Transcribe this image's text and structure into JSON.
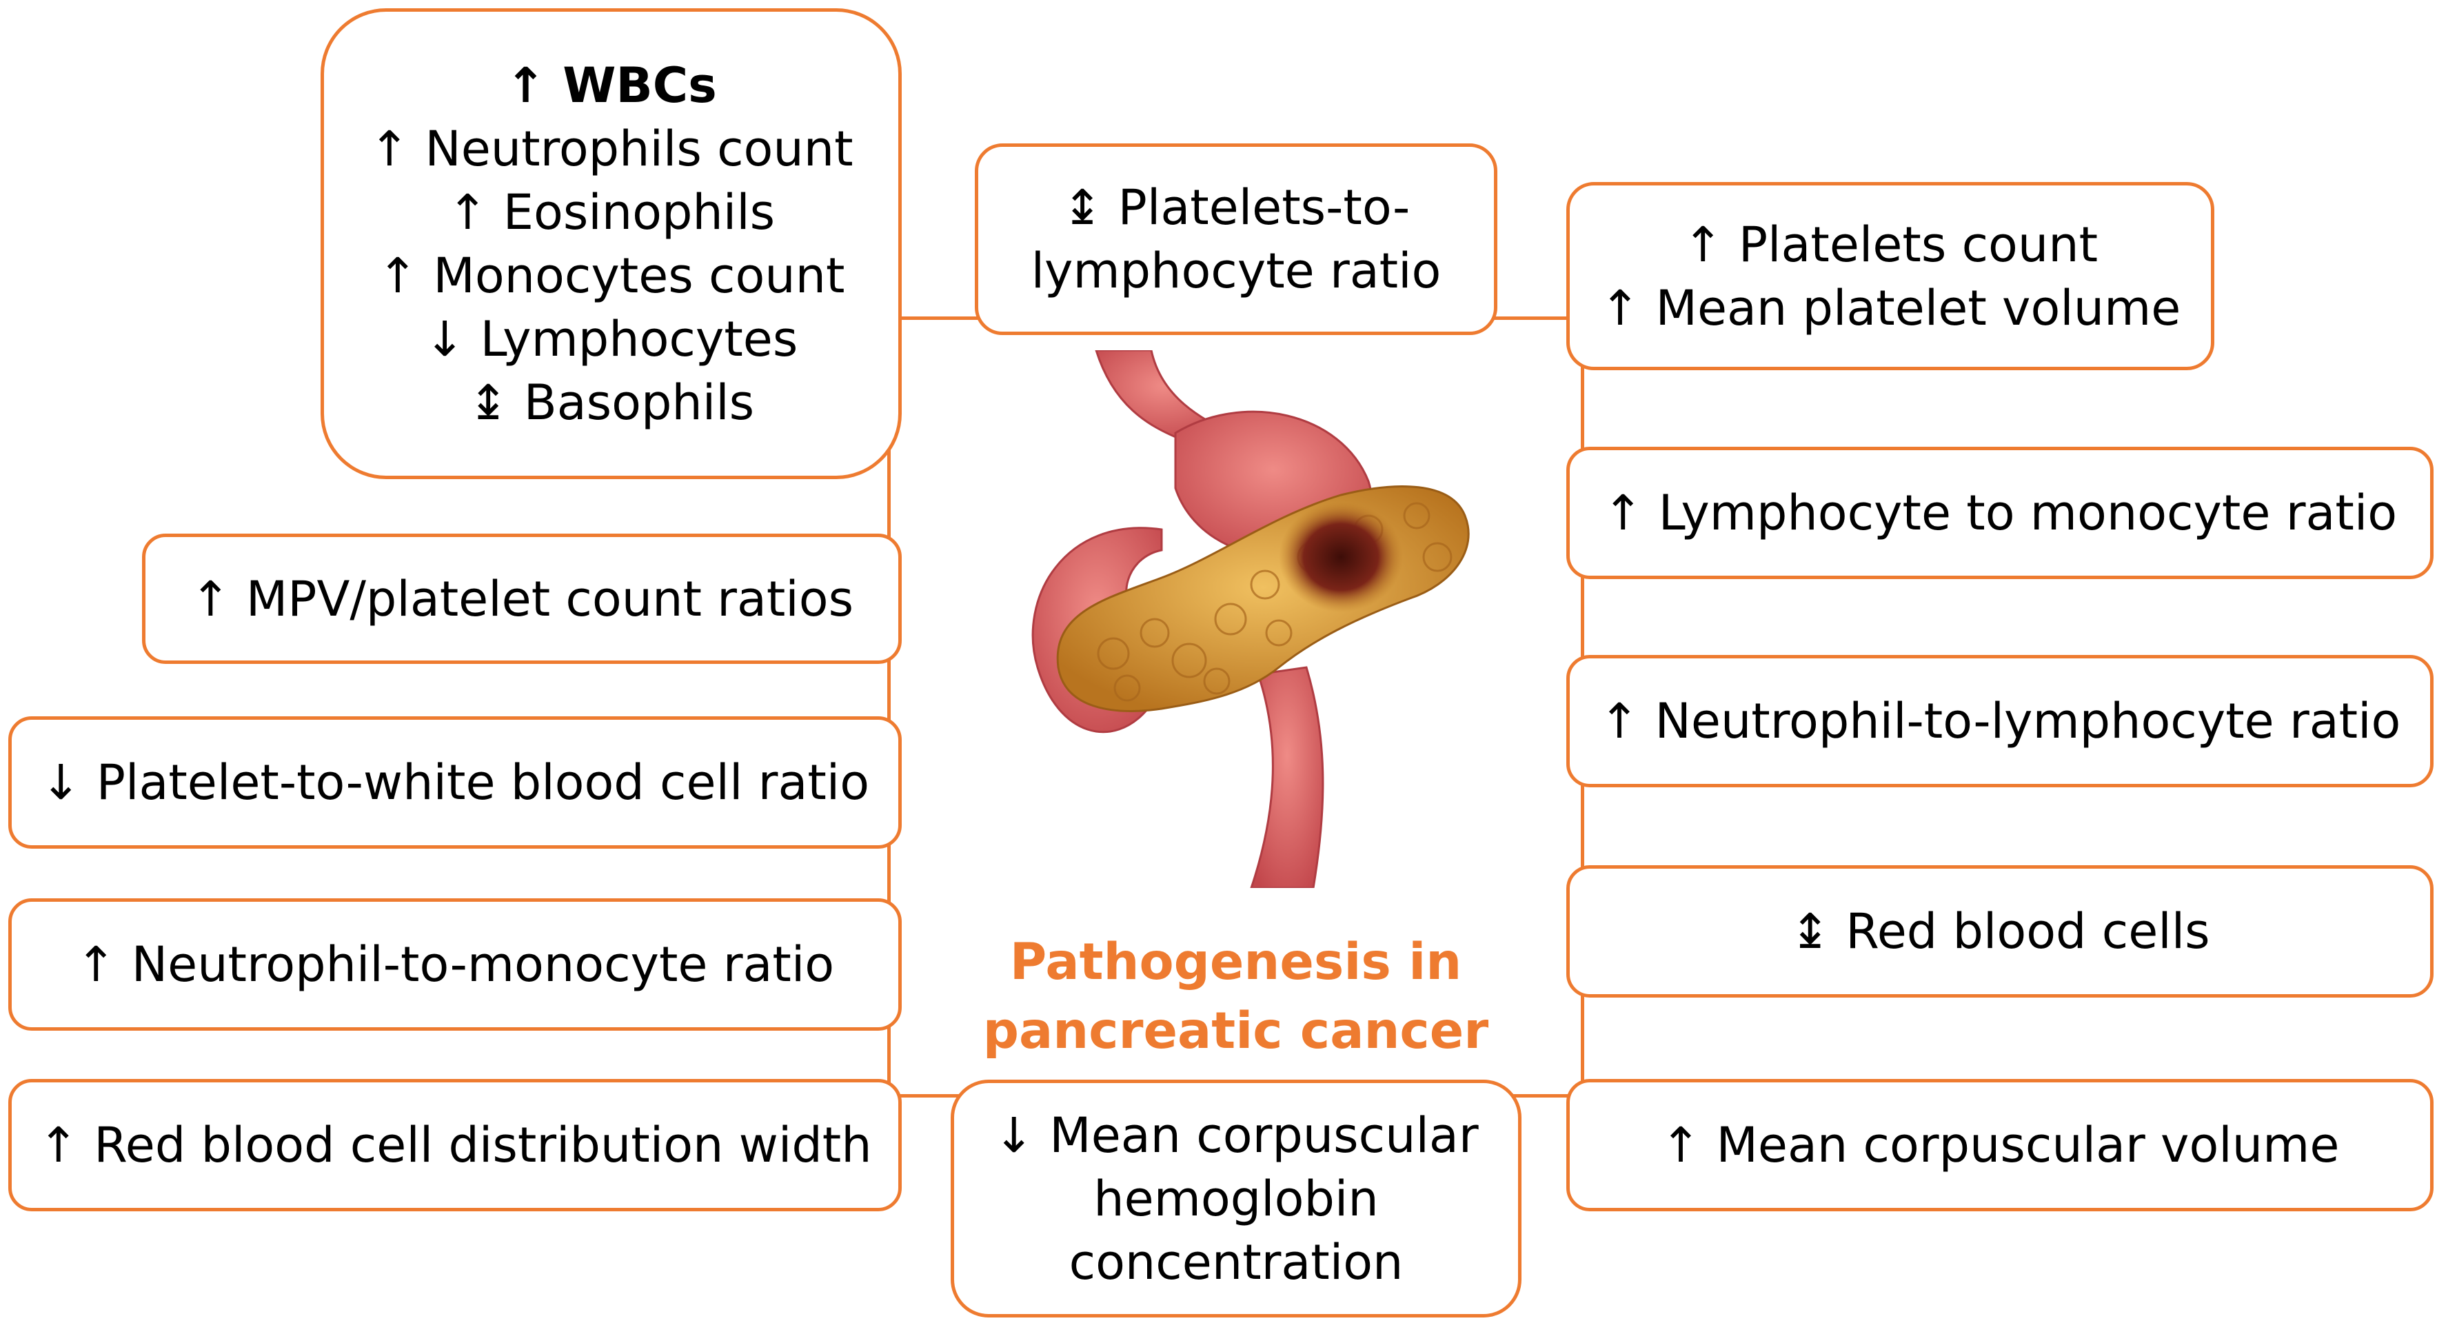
{
  "colors": {
    "accent": "#ee7b30",
    "stomach": "#d6555a",
    "pancreas": "#d99a3a",
    "tumor": "#6b1c12"
  },
  "center": {
    "title_line1": "Pathogenesis in",
    "title_line2": "pancreatic cancer"
  },
  "wbc_box": {
    "lines": [
      "↑ WBCs",
      "↑ Neutrophils count",
      "↑ Eosinophils",
      "↑ Monocytes count",
      "↓ Lymphocytes",
      "↨ Basophils"
    ]
  },
  "left": {
    "mpv_platelet": "↑ MPV/platelet count ratios",
    "platelet_wbc": "↓ Platelet-to-white blood cell ratio",
    "neutrophil_monocyte": "↑ Neutrophil-to-monocyte ratio",
    "rdw": "↑ Red blood cell distribution width"
  },
  "top": {
    "plr_line1": "↨ Platelets-to-",
    "plr_line2": "lymphocyte ratio"
  },
  "bottom": {
    "mchc_line1": "↓ Mean corpuscular",
    "mchc_line2": "hemoglobin",
    "mchc_line3": "concentration"
  },
  "right": {
    "platelets_line1": "↑ Platelets count",
    "platelets_line2": "↑ Mean platelet volume",
    "lmr": "↑ Lymphocyte to monocyte ratio",
    "nlr": "↑ Neutrophil-to-lymphocyte ratio",
    "rbc": "↨ Red blood cells",
    "mcv": "↑ Mean corpuscular volume"
  }
}
